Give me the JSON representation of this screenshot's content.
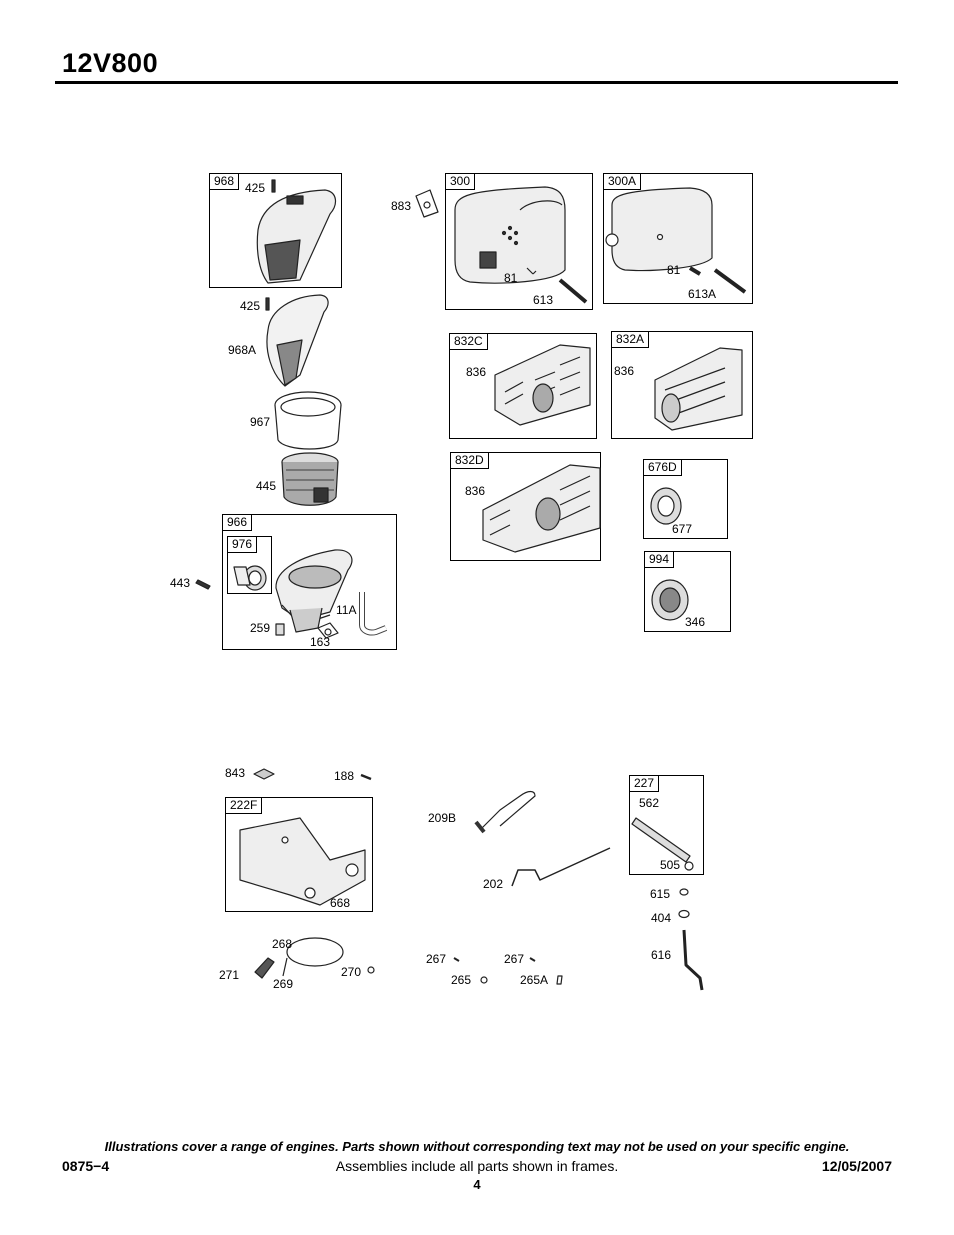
{
  "header": {
    "model": "12V800"
  },
  "frames": {
    "f968": "968",
    "f300": "300",
    "f300a": "300A",
    "f832c": "832C",
    "f832a": "832A",
    "f832d": "832D",
    "f676d": "676D",
    "f994": "994",
    "f966": "966",
    "f976": "976",
    "f222f": "222F",
    "f227": "227"
  },
  "parts": {
    "p425a": "425",
    "p883": "883",
    "p81a": "81",
    "p613": "613",
    "p81b": "81",
    "p613a": "613A",
    "p425b": "425",
    "p968a": "968A",
    "p967": "967",
    "p445": "445",
    "p836c": "836",
    "p836a": "836",
    "p836d": "836",
    "p677": "677",
    "p346": "346",
    "p443": "443",
    "p11a": "11A",
    "p259": "259",
    "p163": "163",
    "p843": "843",
    "p188": "188",
    "p209b": "209B",
    "p562": "562",
    "p505": "505",
    "p202": "202",
    "p668": "668",
    "p615": "615",
    "p404": "404",
    "p268": "268",
    "p271": "271",
    "p269": "269",
    "p270": "270",
    "p267a": "267",
    "p267b": "267",
    "p265": "265",
    "p265a": "265A",
    "p616": "616"
  },
  "footer": {
    "note": "Illustrations cover a range of engines. Parts shown without corresponding text may not be used on your specific engine.",
    "code": "0875−4",
    "center": "Assemblies include all parts shown in frames.",
    "date": "12/05/2007",
    "page": "4"
  }
}
